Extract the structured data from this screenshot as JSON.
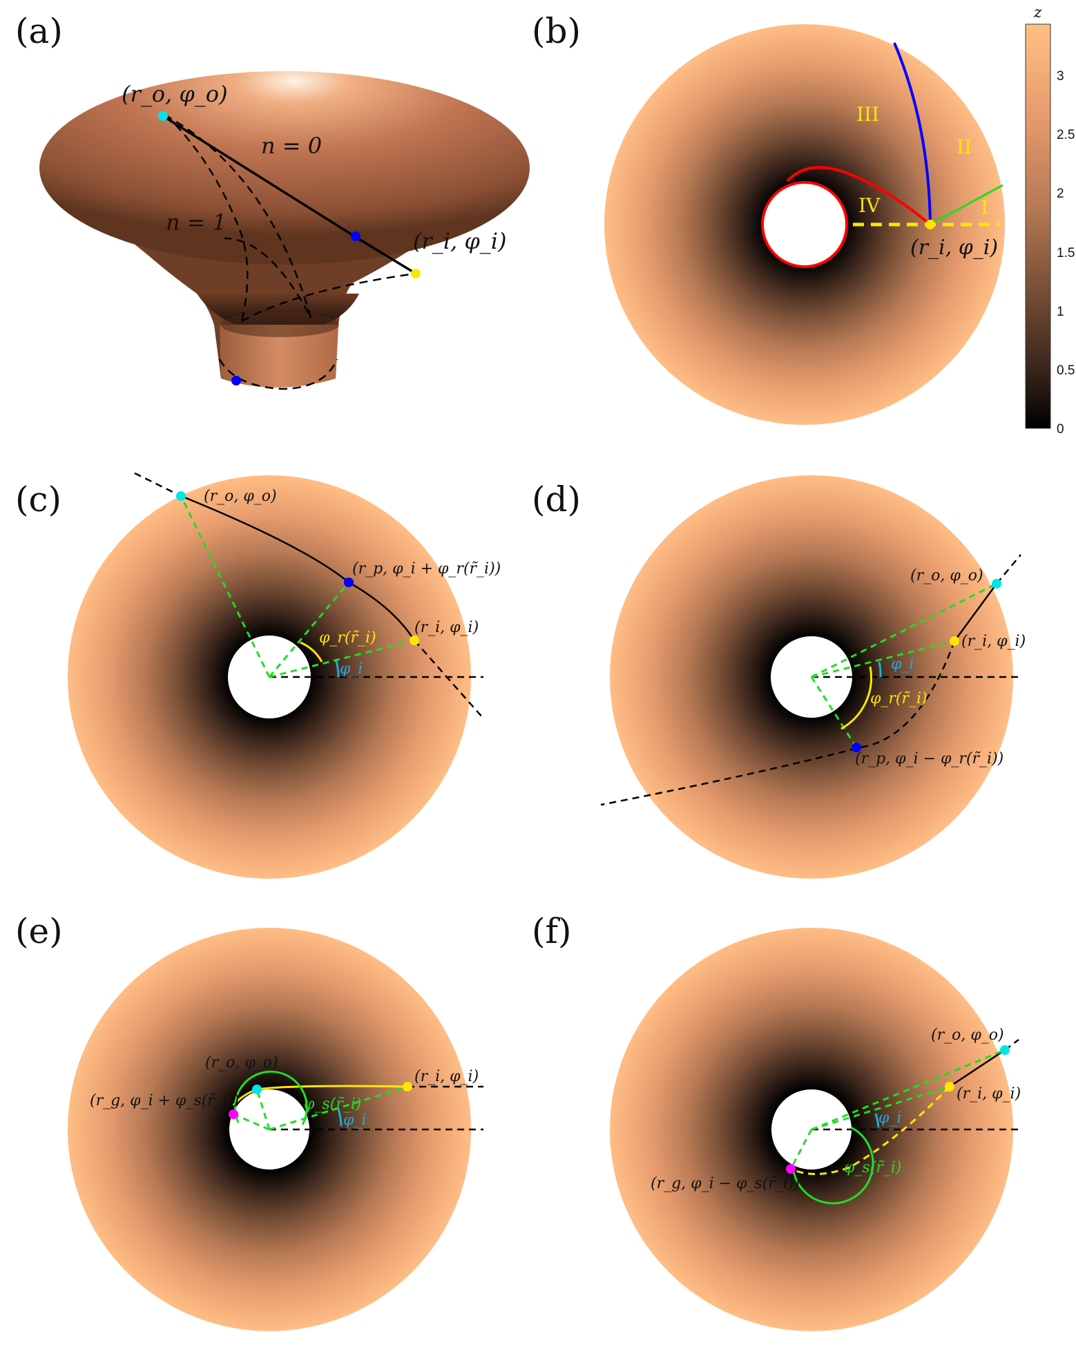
{
  "figure": {
    "colormap": {
      "colors": [
        "#000000",
        "#3b261c",
        "#7a5038",
        "#b77a55",
        "#e79c6e",
        "#ffc084"
      ],
      "bg_light": "#ffbe86",
      "bg_dark": "#000000"
    },
    "colorbar": {
      "label": "z",
      "ticks": [
        "0",
        "0.5",
        "1",
        "1.5",
        "2",
        "2.5",
        "3"
      ]
    },
    "panels": {
      "a": {
        "label": "(a)",
        "points": {
          "outer": "(r_o, φ_o)",
          "inner": "(r_i, φ_i)"
        },
        "modes": {
          "n0": "n = 0",
          "n1": "n = 1"
        }
      },
      "b": {
        "label": "(b)",
        "regions": [
          "I",
          "II",
          "III",
          "IV"
        ],
        "point": "(r_i, φ_i)"
      },
      "c": {
        "label": "(c)",
        "pt_outer": "(r_o, φ_o)",
        "pt_p": "(r_p, φ_i + φ_r(r̃_i))",
        "pt_inner": "(r_i, φ_i)",
        "angle_r": "φ_r(r̃_i)",
        "angle_i": "φ_i"
      },
      "d": {
        "label": "(d)",
        "pt_outer": "(r_o, φ_o)",
        "pt_inner": "(r_i, φ_i)",
        "pt_p": "(r_p, φ_i − φ_r(r̃_i))",
        "angle_i": "φ_i",
        "angle_r": "φ_r(r̃_i)"
      },
      "e": {
        "label": "(e)",
        "pt_outer": "(r_o, φ_o)",
        "pt_inner": "(r_i, φ_i)",
        "pt_g": "(r_g, φ_i + φ_s(r̃_i))",
        "angle_s": "φ_s(r̃_i)",
        "angle_i": "φ_i"
      },
      "f": {
        "label": "(f)",
        "pt_outer": "(r_o, φ_o)",
        "pt_inner": "(r_i, φ_i)",
        "pt_g": "(r_g, φ_i − φ_s(r̃_i))",
        "angle_s": "φ_s(r̃_i)",
        "angle_i": "φ_i"
      }
    }
  }
}
